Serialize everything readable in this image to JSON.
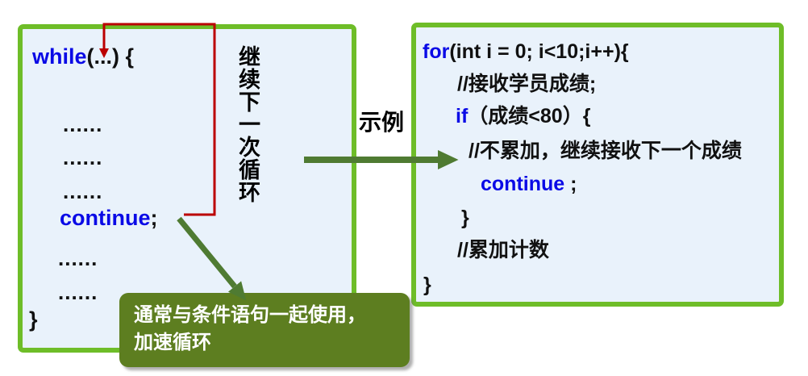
{
  "colors": {
    "box_border_green": "#6ebd28",
    "box_fill_blue": "#e9f2fb",
    "keyword_blue": "#0a0ae6",
    "code_black": "#111111",
    "arrow_dark_green": "#4f7b32",
    "loop_arrow_red": "#bb0000",
    "callout_background": "#5d7e20",
    "callout_text": "#ffffff"
  },
  "left_box": {
    "line_while": {
      "keyword": "while",
      "rest": "(...) {"
    },
    "dots1": "......",
    "dots2": "......",
    "dots3": "......",
    "line_continue": {
      "keyword": "continue",
      "rest": ";"
    },
    "dots4": "......",
    "dots5": "......",
    "closing_brace": "}",
    "vertical_note": "继续下一次循环"
  },
  "example_label": "示例",
  "right_box": {
    "line_for": {
      "keyword": "for",
      "rest": "(int i = 0; i<10;i++){"
    },
    "comment1": "//接收学员成绩;",
    "line_if": {
      "keyword": "if",
      "rest": "（成绩<80）{"
    },
    "comment2": "//不累加，继续接收下一个成绩",
    "line_continue": {
      "keyword": "continue",
      "rest": " ;"
    },
    "inner_brace": "}",
    "comment3": "//累加计数",
    "closing_brace": "}"
  },
  "callout": {
    "line1": "通常与条件语句一起使用，",
    "line2": "加速循环"
  }
}
